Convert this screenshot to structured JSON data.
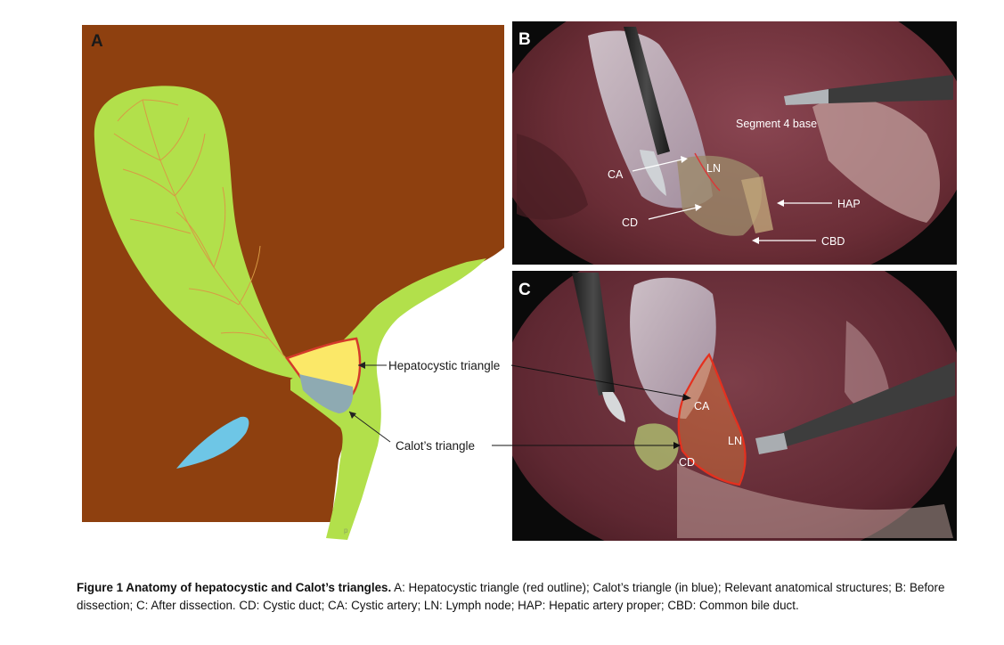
{
  "panels": {
    "a": {
      "letter": "A",
      "hepatocystic_label": "Hepatocystic triangle",
      "calot_label": "Calot’s triangle",
      "small_mark": "p"
    },
    "b": {
      "letter": "B",
      "labels": {
        "segment4": "Segment 4 base",
        "ca": "CA",
        "ln": "LN",
        "cd": "CD",
        "hap": "HAP",
        "cbd": "CBD"
      }
    },
    "c": {
      "letter": "C",
      "labels": {
        "ca": "CA",
        "ln": "LN",
        "cd": "CD"
      }
    }
  },
  "caption": {
    "title": "Figure 1  Anatomy of hepatocystic and Calot’s triangles.",
    "body": " A: Hepatocystic triangle (red outline); Calot’s triangle (in blue); Relevant anatomical structures; B: Before dissection; C: After dissection. CD: Cystic duct; CA: Cystic artery; LN: Lymph node; HAP: Hepatic artery proper; CBD: Common bile duct."
  },
  "colors": {
    "liver": "#8e400f",
    "gallbladder": "#b2e04b",
    "hepatocystic_fill": "#fbe868",
    "hepatocystic_outline": "#d43a2a",
    "calot_fill": "#8eaab2",
    "cyst_blue": "#6ec6e6",
    "photo_bg": "#5a262d"
  }
}
